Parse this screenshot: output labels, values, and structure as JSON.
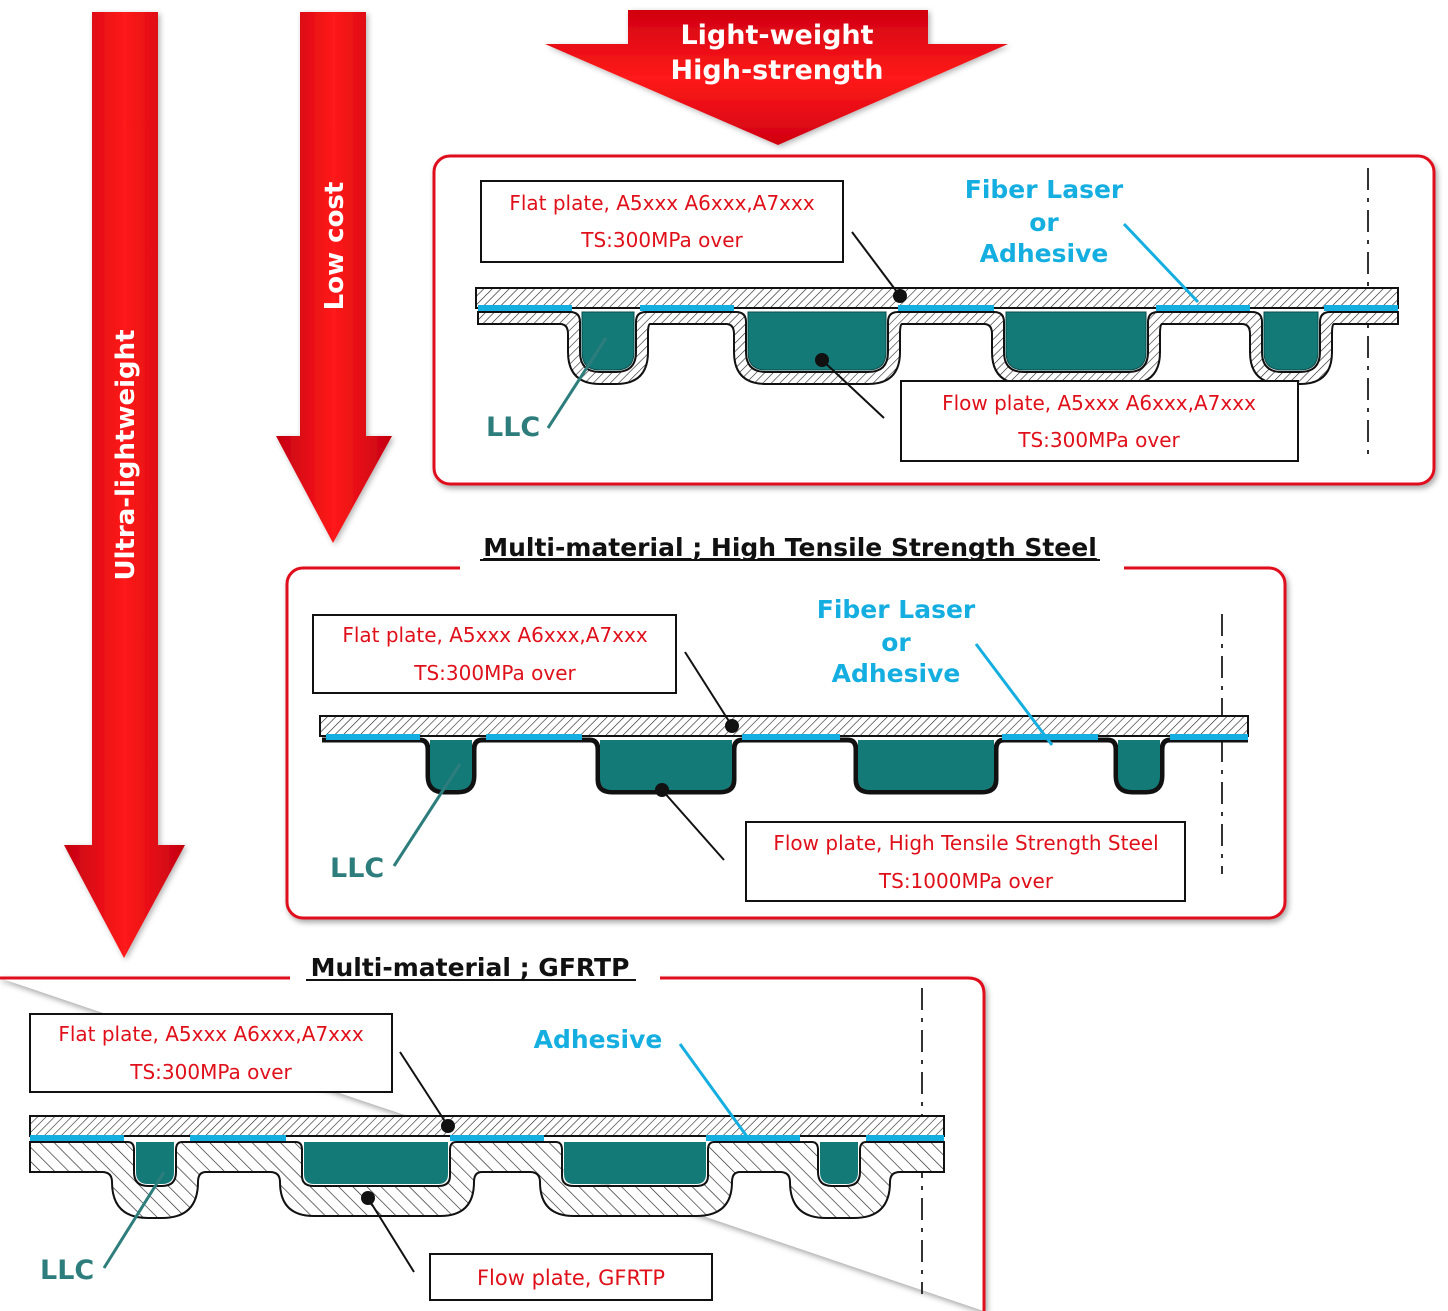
{
  "arrows": {
    "ultra_lightweight": "Ultra-lightweight",
    "low_cost": "Low cost",
    "light_weight_line1": "Light-weight",
    "light_weight_line2": "High-strength"
  },
  "panel1": {
    "flat_line1": "Flat plate, A5xxx A6xxx,A7xxx",
    "flat_line2": "TS:300MPa over",
    "join_line1": "Fiber Laser",
    "join_line2": "or",
    "join_line3": "Adhesive",
    "flow_line1": "Flow plate, A5xxx A6xxx,A7xxx",
    "flow_line2": "TS:300MPa over",
    "llc": "LLC"
  },
  "panel2": {
    "title": "Multi-material ; High Tensile Strength Steel",
    "flat_line1": "Flat plate, A5xxx A6xxx,A7xxx",
    "flat_line2": "TS:300MPa over",
    "join_line1": "Fiber Laser",
    "join_line2": "or",
    "join_line3": "Adhesive",
    "flow_line1": "Flow plate, High Tensile Strength Steel",
    "flow_line2": "TS:1000MPa over",
    "llc": "LLC"
  },
  "panel3": {
    "title": "Multi-material ; GFRTP",
    "flat_line1": "Flat plate, A5xxx A6xxx,A7xxx",
    "flat_line2": "TS:300MPa over",
    "join_line1": "Adhesive",
    "flow_line1": "Flow plate, GFRTP",
    "llc": "LLC"
  },
  "colors": {
    "arrow_red": "#e0101a",
    "frame_red": "#e0101a",
    "label_red": "#e0101a",
    "joint_blue": "#14aee0",
    "coolant_teal": "#137a78",
    "llc_text": "#2e7d7d"
  }
}
